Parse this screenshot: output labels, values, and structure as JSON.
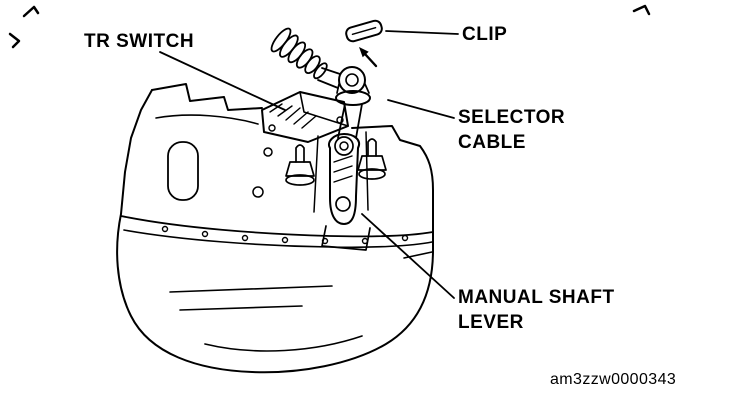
{
  "diagram": {
    "figure_code": "am3zzw0000343",
    "labels": {
      "tr_switch": "TR SWITCH",
      "clip": "CLIP",
      "selector_cable": "SELECTOR\nCABLE",
      "manual_shaft_lever": "MANUAL SHAFT\nLEVER"
    },
    "colors": {
      "line": "#000000",
      "background": "#ffffff"
    }
  }
}
